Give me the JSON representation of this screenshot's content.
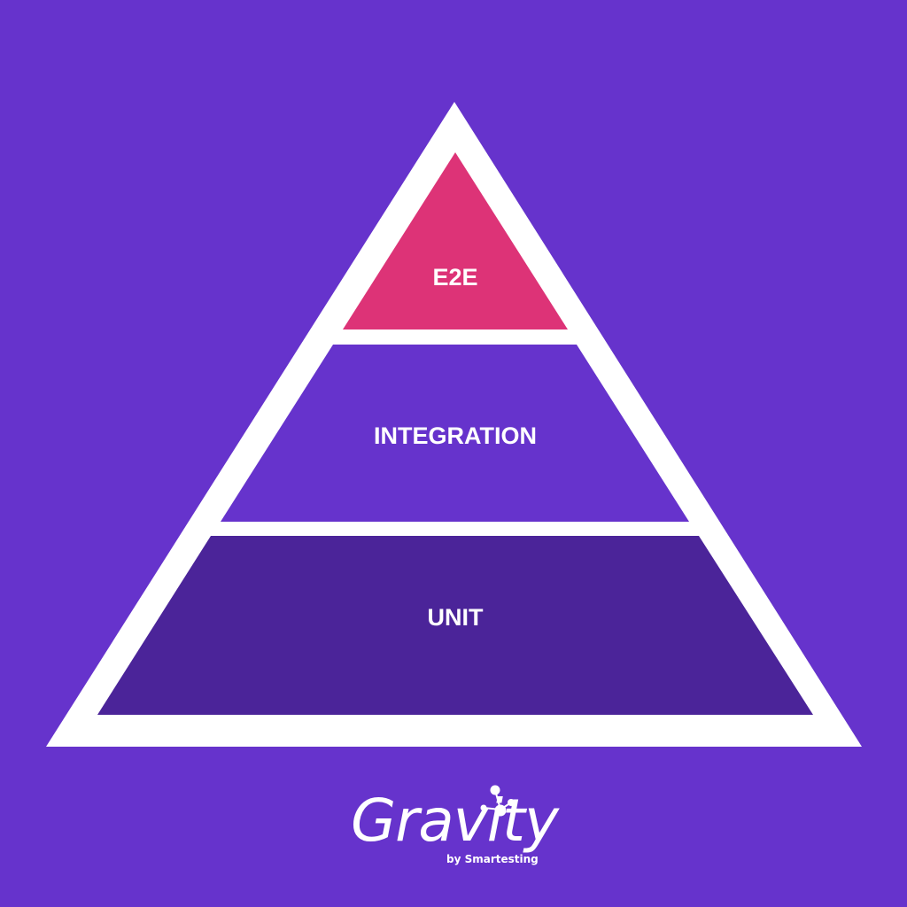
{
  "diagram": {
    "type": "test-pyramid",
    "colors": {
      "background": "#6633cc",
      "outline": "#ffffff",
      "e2e": "#dd3377",
      "integration": "#6633cc",
      "unit": "#4b2499",
      "label": "#ffffff"
    },
    "layers": [
      {
        "id": "e2e",
        "label": "E2E"
      },
      {
        "id": "integration",
        "label": "INTEGRATION"
      },
      {
        "id": "unit",
        "label": "UNIT"
      }
    ]
  },
  "logo": {
    "name": "Gravity",
    "tagline": "by Smartesting"
  }
}
